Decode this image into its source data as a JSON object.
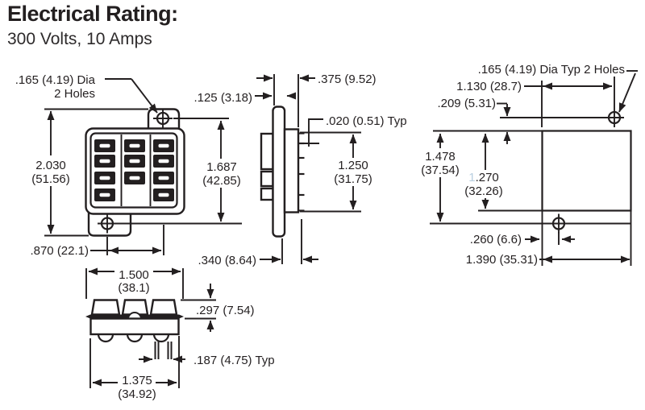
{
  "header": {
    "title": "Electrical Rating:",
    "subtitle": "300 Volts, 10 Amps"
  },
  "colors": {
    "ink": "#231f20",
    "faint_digit": "#b9cfe0",
    "background": "#ffffff"
  },
  "views": {
    "front": {
      "labels": {
        "hole_dia_line1": ".165 (4.19) Dia",
        "hole_dia_line2": "2 Holes",
        "overall_height_in": "2.030",
        "overall_height_mm": "(51.56)",
        "hole_span_in": "1.687",
        "hole_span_mm": "(42.85)",
        "hole_offset_x": ".870 (22.1)",
        "flange_thickness": ".125 (3.18)"
      }
    },
    "side": {
      "labels": {
        "overall_depth": ".375 (9.52)",
        "pin_thickness": ".020 (0.51) Typ",
        "pin_span_in": "1.250",
        "pin_span_mm": "(31.75)",
        "pin_length": ".340 (8.64)"
      }
    },
    "cutout": {
      "labels": {
        "hole_dia": ".165 (4.19) Dia Typ 2 Holes",
        "hole_offset_x": "1.130 (28.7)",
        "hole_offset_y": ".209 (5.31)",
        "overall_height_in": "1.478",
        "overall_height_mm": "(37.54)",
        "cutout_height_prefix": "1",
        "cutout_height_in": ".270",
        "cutout_height_mm": "(32.26)",
        "hole_edge_offset": ".260 (6.6)",
        "cutout_width": "1.390 (35.31)"
      }
    },
    "bottom": {
      "labels": {
        "flange_width_in": "1.500",
        "flange_width_mm": "(38.1)",
        "terminal_height": ".297 (7.54)",
        "pin_pitch": ".187 (4.75) Typ",
        "body_width_in": "1.375",
        "body_width_mm": "(34.92)"
      }
    }
  }
}
